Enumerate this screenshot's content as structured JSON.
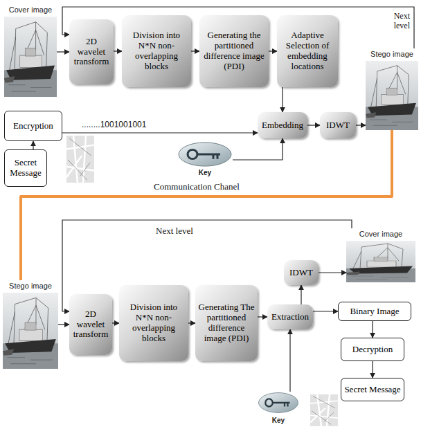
{
  "diagram": {
    "nodes": [
      {
        "text": [
          "Cover image"
        ]
      },
      {
        "text": [
          "2D wavelet transform"
        ]
      },
      {
        "text": [
          "Division into N*N non-overlapping blocks"
        ]
      },
      {
        "text": [
          "Generating the partitioned difference image (PDI)"
        ]
      },
      {
        "text": [
          "Adaptive Selection of embedding locations"
        ]
      },
      {
        "text": [
          "Stego image"
        ]
      },
      {
        "text": [
          "Encryption"
        ]
      },
      {
        "text": [
          "Secret Message"
        ]
      },
      {
        "text": [
          "Key"
        ]
      },
      {
        "text": [
          "Embedding"
        ]
      },
      {
        "text": [
          "IDWT"
        ]
      },
      {
        "text": [
          "Stego image"
        ]
      },
      {
        "text": [
          "2D wavelet transform"
        ]
      },
      {
        "text": [
          "Division into N*N non-overlapping blocks"
        ]
      },
      {
        "text": [
          "Generating The partitioned difference image (PDI)"
        ]
      },
      {
        "text": [
          "Extraction"
        ]
      },
      {
        "text": [
          "IDWT"
        ]
      },
      {
        "text": [
          "Cover image"
        ]
      },
      {
        "text": [
          "Binary Image"
        ]
      },
      {
        "text": [
          "Decryption"
        ]
      },
      {
        "text": [
          "Secret Message"
        ]
      },
      {
        "text": [
          "Key"
        ]
      }
    ],
    "edges": [
      {
        "from": 0,
        "to": 1,
        "arrow": "to"
      },
      {
        "from": 5,
        "to": 1,
        "arrow": "to"
      },
      {
        "from": 1,
        "to": 2,
        "arrow": "to"
      },
      {
        "from": 2,
        "to": 3,
        "arrow": "to"
      },
      {
        "from": 3,
        "to": 4,
        "arrow": "to"
      },
      {
        "from": 4,
        "to": 9,
        "arrow": "to"
      },
      {
        "from": 7,
        "to": 6,
        "arrow": "to"
      },
      {
        "from": 6,
        "to": 9,
        "arrow": "to"
      },
      {
        "from": 8,
        "to": 9,
        "arrow": "to"
      },
      {
        "from": 9,
        "to": 10,
        "arrow": "to"
      },
      {
        "from": 10,
        "to": 5,
        "arrow": "to"
      },
      {
        "from": 5,
        "to": 11,
        "arrow": "none"
      },
      {
        "from": 17,
        "to": 12,
        "arrow": "to"
      },
      {
        "from": 11,
        "to": 12,
        "arrow": "to"
      },
      {
        "from": 12,
        "to": 13,
        "arrow": "to"
      },
      {
        "from": 13,
        "to": 14,
        "arrow": "to"
      },
      {
        "from": 14,
        "to": 15,
        "arrow": "to"
      },
      {
        "from": 21,
        "to": 15,
        "arrow": "to"
      },
      {
        "from": 15,
        "to": 16,
        "arrow": "to"
      },
      {
        "from": 16,
        "to": 17,
        "arrow": "to"
      },
      {
        "from": 15,
        "to": 18,
        "arrow": "to"
      },
      {
        "from": 18,
        "to": 19,
        "arrow": "to"
      },
      {
        "from": 19,
        "to": 20,
        "arrow": "to"
      }
    ],
    "labels": [
      "Next level",
      "........1001001001",
      "Communication Chanel",
      "Next level"
    ]
  }
}
